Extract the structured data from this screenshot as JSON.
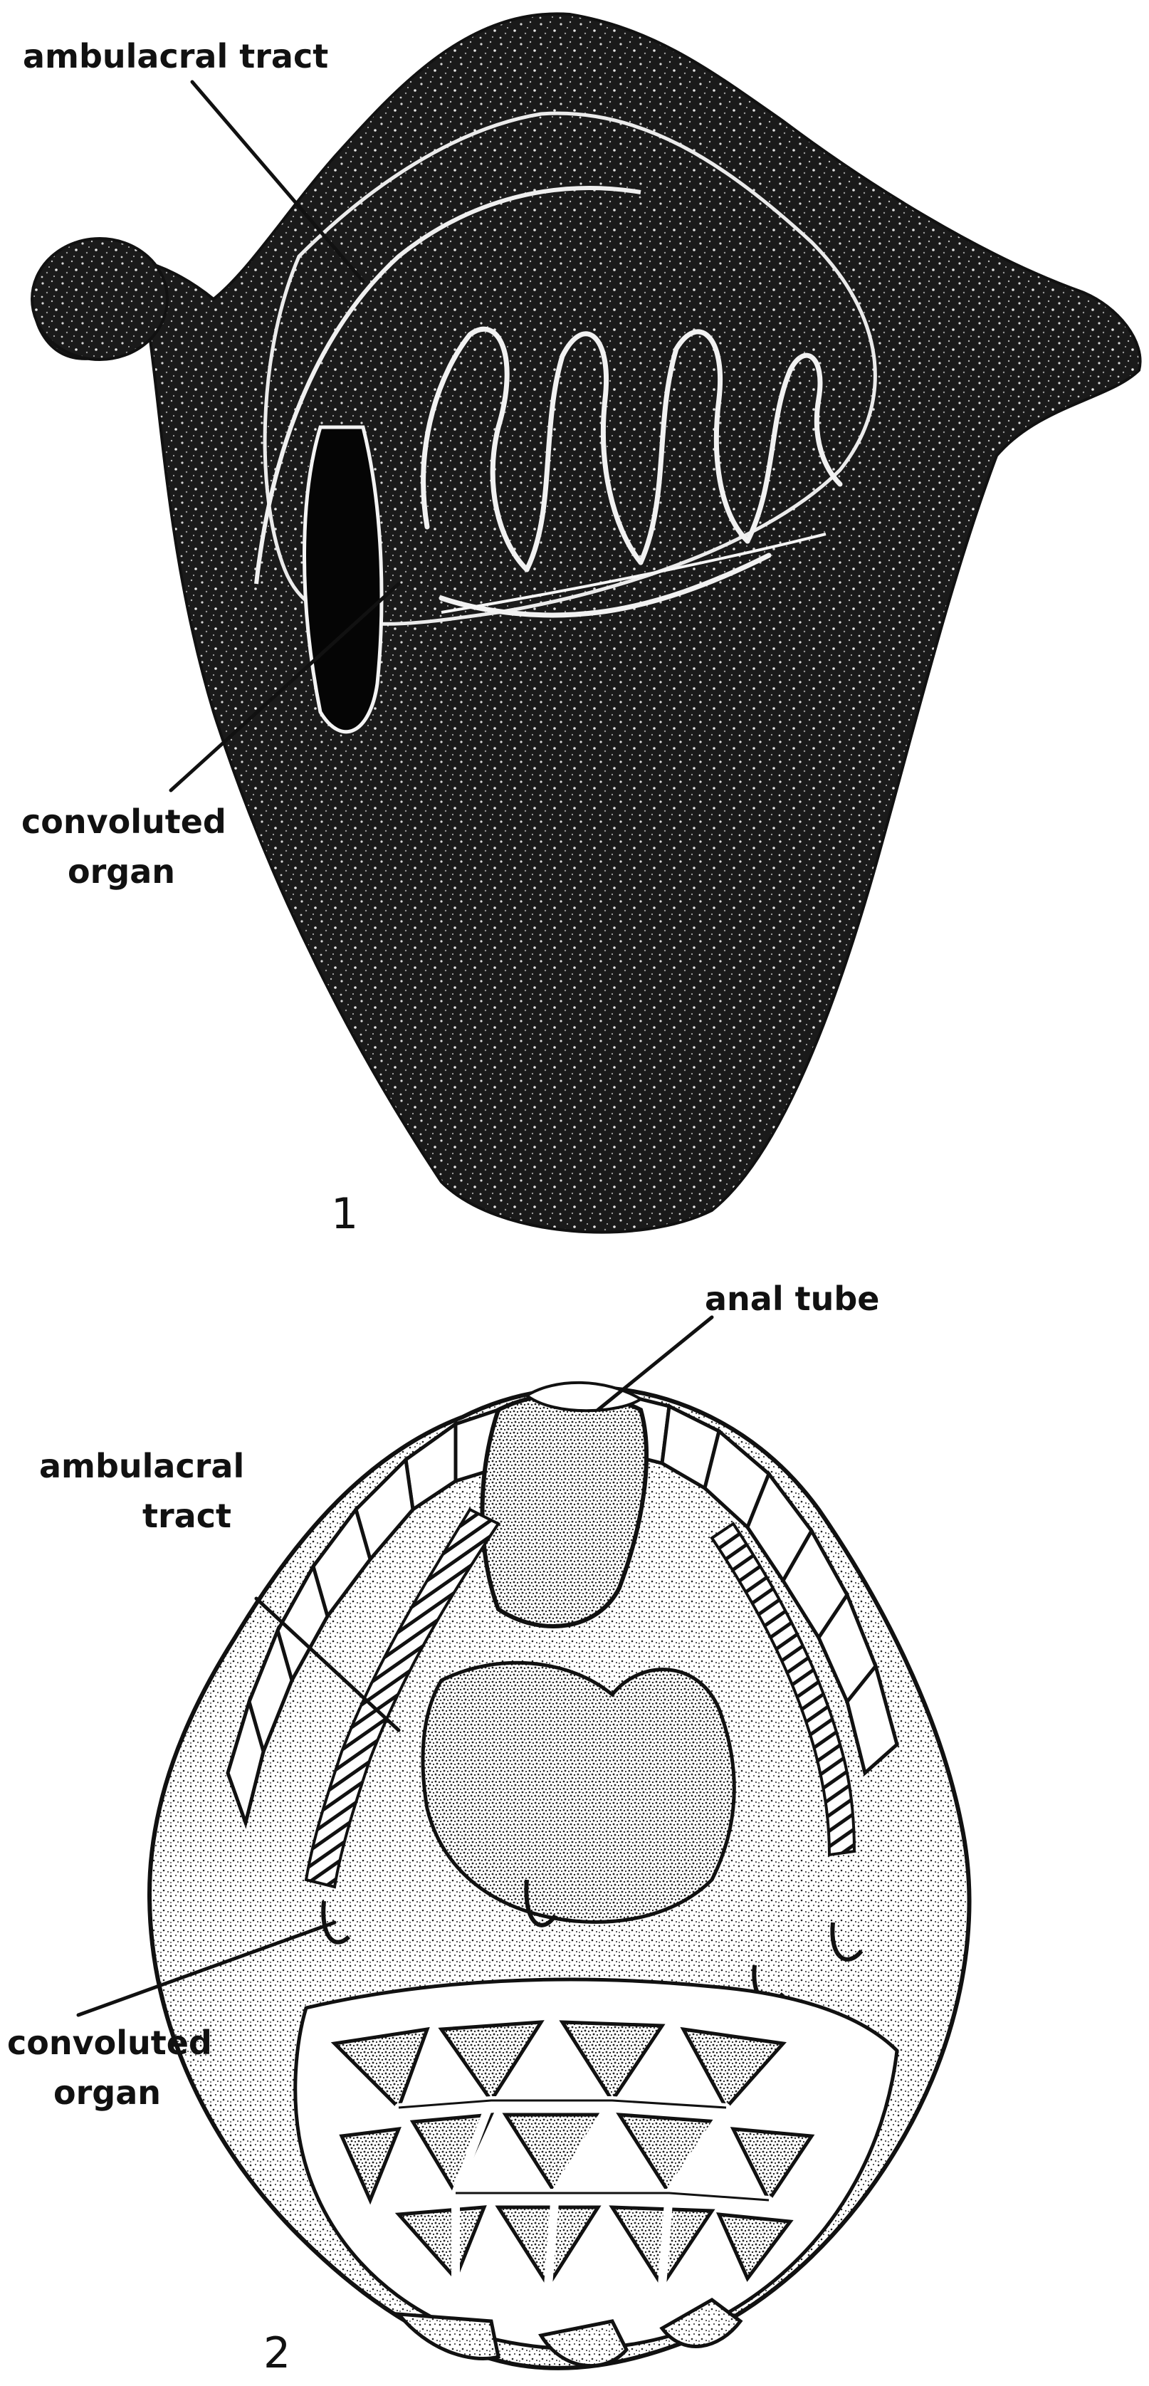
{
  "figure1": {
    "number": "1",
    "labels": {
      "ambulacral_tract": "ambulacral tract",
      "convoluted_organ_line1": "convoluted",
      "convoluted_organ_line2": "organ"
    }
  },
  "figure2": {
    "number": "2",
    "labels": {
      "anal_tube": "anal tube",
      "ambulacral_tract_line1": "ambulacral",
      "ambulacral_tract_line2": "tract",
      "convoluted_organ_line1": "convoluted",
      "convoluted_organ_line2": "organ"
    }
  },
  "colors": {
    "ink": "#111111",
    "paper": "#ffffff",
    "stipple_fill": "#bdbdbd",
    "light_fill": "#e9e9e9"
  }
}
